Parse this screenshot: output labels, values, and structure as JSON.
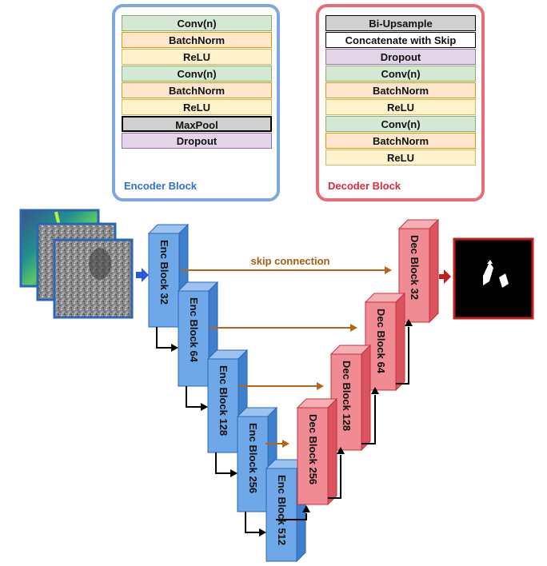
{
  "encoder_legend": {
    "title": "Encoder Block",
    "layers": [
      {
        "label": "Conv(n)",
        "kind": "conv"
      },
      {
        "label": "BatchNorm",
        "kind": "bn"
      },
      {
        "label": "ReLU",
        "kind": "relu"
      },
      {
        "label": "Conv(n)",
        "kind": "conv"
      },
      {
        "label": "BatchNorm",
        "kind": "bn"
      },
      {
        "label": "ReLU",
        "kind": "relu"
      },
      {
        "label": "MaxPool",
        "kind": "pool"
      },
      {
        "label": "Dropout",
        "kind": "drop"
      }
    ]
  },
  "decoder_legend": {
    "title": "Decoder Block",
    "layers": [
      {
        "label": "Bi-Upsample",
        "kind": "up"
      },
      {
        "label": "Concatenate with Skip",
        "kind": "concat"
      },
      {
        "label": "Dropout",
        "kind": "drop"
      },
      {
        "label": "Conv(n)",
        "kind": "conv"
      },
      {
        "label": "BatchNorm",
        "kind": "bn"
      },
      {
        "label": "ReLU",
        "kind": "relu"
      },
      {
        "label": "Conv(n)",
        "kind": "conv"
      },
      {
        "label": "BatchNorm",
        "kind": "bn"
      },
      {
        "label": "ReLU",
        "kind": "relu"
      }
    ]
  },
  "encoder_blocks": [
    "Enc Block 32",
    "Enc Block 64",
    "Enc Block 128",
    "Enc Block 256",
    "Enc Block 512"
  ],
  "decoder_blocks": [
    "Dec Block 256",
    "Dec Block 128",
    "Dec Block 64",
    "Dec Block 32"
  ],
  "skip_label": "skip connection",
  "colors": {
    "encoder_front": "#6fa8e8",
    "encoder_top": "#9cc3f0",
    "encoder_side": "#3f7fcc",
    "encoder_stroke": "#2a66b8",
    "decoder_front": "#f08a93",
    "decoder_top": "#f5b0b6",
    "decoder_side": "#d9545f",
    "decoder_stroke": "#c9303e",
    "skip_arrow": "#b8651a",
    "input_arrow": "#2b59d6",
    "output_arrow": "#c01d1d"
  }
}
